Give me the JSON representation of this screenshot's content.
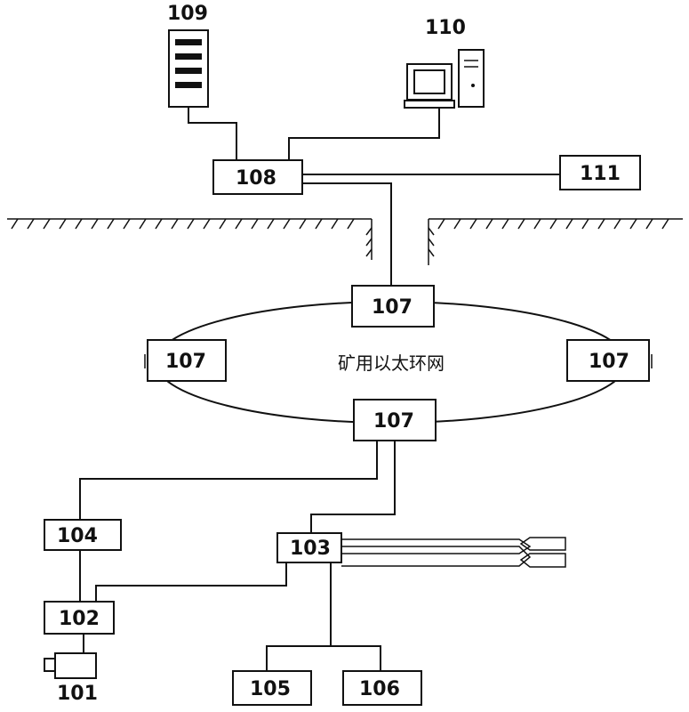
{
  "diagram": {
    "labels": {
      "n101": "101",
      "n102": "102",
      "n103": "103",
      "n104": "104",
      "n105": "105",
      "n106": "106",
      "n107_top": "107",
      "n107_left": "107",
      "n107_right": "107",
      "n107_bottom": "107",
      "n108": "108",
      "n109": "109",
      "n110": "110",
      "n111": "111"
    },
    "ring_caption": "矿用以太环网"
  }
}
